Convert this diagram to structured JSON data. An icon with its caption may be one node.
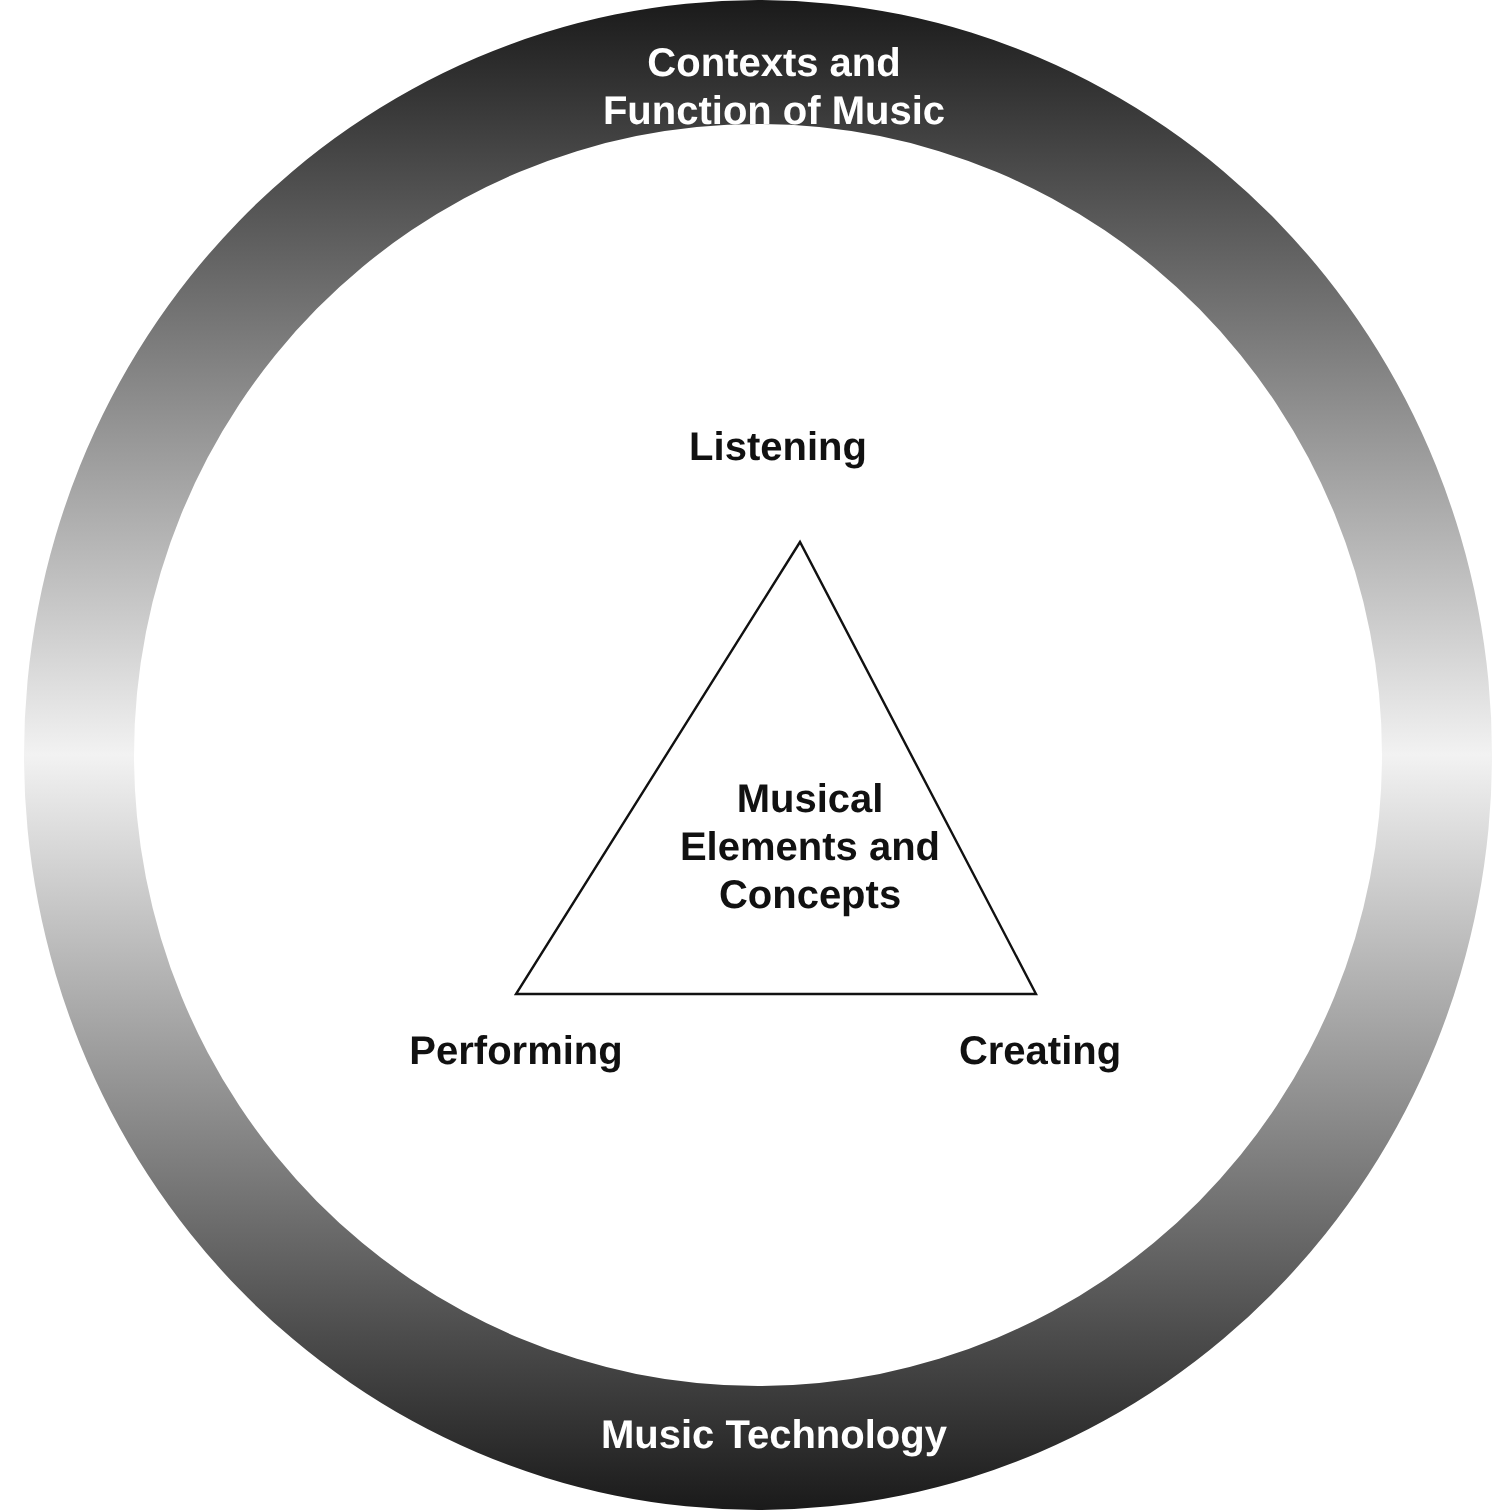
{
  "diagram": {
    "nodes": [
      {
        "text": [
          "Contexts and Function of Music",
          "Music Technology"
        ]
      },
      {
        "text": [
          "Musical Elements and Concepts"
        ],
        "in": 0,
        "beside": [
          "Listening",
          "Performing",
          "Creating"
        ]
      }
    ]
  }
}
